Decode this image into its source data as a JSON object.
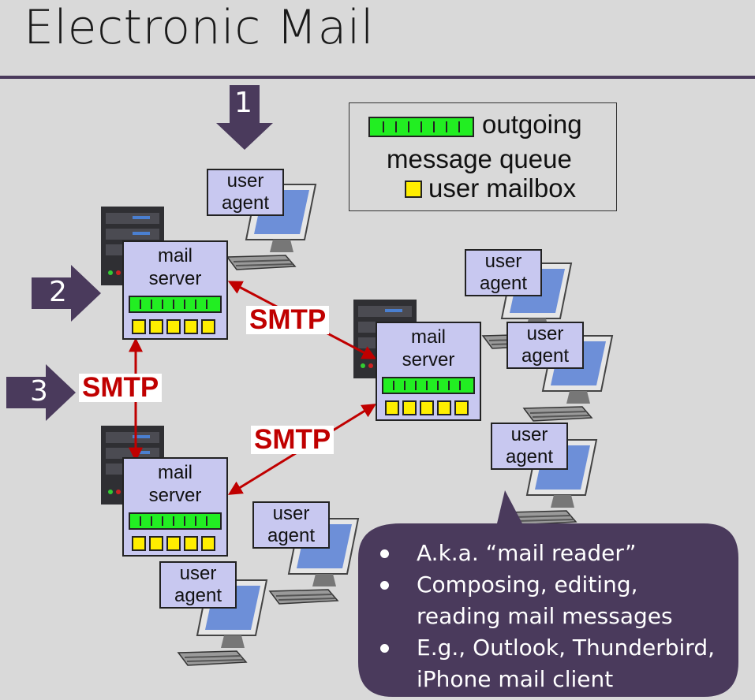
{
  "title": "Electronic Mail",
  "steps": [
    "1",
    "2",
    "3"
  ],
  "legend": {
    "outgoing": "outgoing",
    "queue": "message queue",
    "mailbox": "user mailbox"
  },
  "server_labels": {
    "top": [
      "mail",
      "server"
    ],
    "right": [
      "mail",
      "server"
    ],
    "bottom": [
      "mail",
      "server"
    ]
  },
  "agent_label": [
    "user",
    "agent"
  ],
  "protocols": {
    "top_right": "SMTP",
    "left": "SMTP",
    "bottom_right": "SMTP"
  },
  "callout": {
    "bullets": [
      "A.k.a. “mail reader”",
      "Composing, editing, reading mail messages",
      "E.g., Outlook, Thunderbird, iPhone mail client"
    ]
  },
  "colors": {
    "background": "#d9d9d9",
    "accent_purple": "#4a3a5c",
    "box_fill": "#c8c8f0",
    "queue_green": "#22ee22",
    "mailbox_yellow": "#ffee00",
    "protocol_red": "#c00000"
  },
  "icons": [
    "down-arrow-icon",
    "right-arrow-icon",
    "server-rack-icon",
    "computer-monitor-icon",
    "keyboard-icon"
  ]
}
